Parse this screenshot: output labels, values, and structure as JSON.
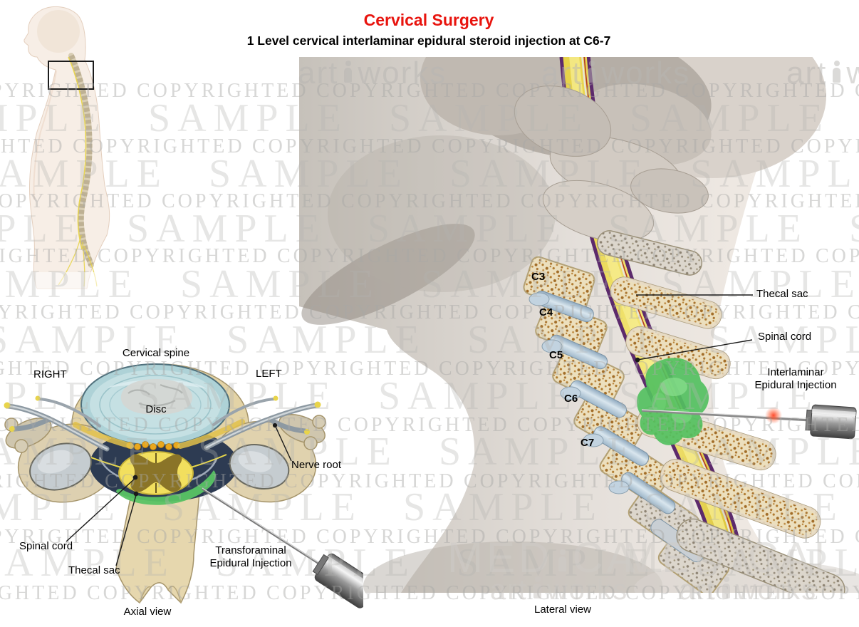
{
  "page": {
    "title": "Cervical Surgery",
    "subtitle": "1 Level cervical interlaminar epidural steroid injection at C6-7"
  },
  "colors": {
    "title_red": "#e8140e",
    "label_black": "#000000",
    "bone_tan": "#ecdfbd",
    "trabecular_brown": "#b07a2e",
    "disc_blue": "#c5e0e3",
    "spinal_cord_yellow": "#f2df5e",
    "thecal_sac_navy": "#2d3b52",
    "epidural_green": "#55c162",
    "thecal_purple": "#5c2a6c",
    "watermark_gray": "#b4b4b1"
  },
  "watermarks": {
    "copyrighted": "COPYRIGHTED",
    "sample": "SAMPLE",
    "medical": "MEDICAL",
    "art_works": "art works"
  },
  "axial_view": {
    "caption": "Axial view",
    "heading": "Cervical spine",
    "side_right": "RIGHT",
    "side_left": "LEFT",
    "labels": {
      "disc": "Disc",
      "nerve_root": "Nerve root",
      "spinal_cord": "Spinal cord",
      "thecal_sac": "Thecal sac",
      "injection_line1": "Transforaminal",
      "injection_line2": "Epidural Injection"
    }
  },
  "lateral_view": {
    "caption": "Lateral view",
    "vertebrae": [
      "C3",
      "C4",
      "C5",
      "C6",
      "C7"
    ],
    "labels": {
      "thecal_sac": "Thecal sac",
      "spinal_cord": "Spinal cord",
      "injection_line1": "Interlaminar",
      "injection_line2": "Epidural Injection"
    }
  }
}
